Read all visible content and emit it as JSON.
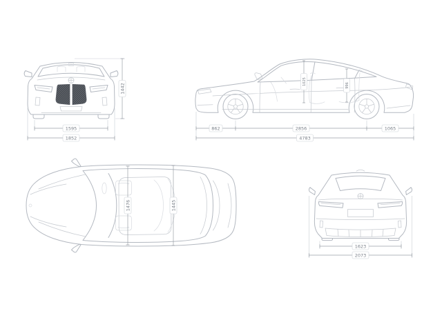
{
  "diagram": {
    "views": {
      "front": {
        "dims": {
          "track_front": "1595",
          "overall_width": "1852",
          "overall_height": "1442"
        }
      },
      "side": {
        "dims": {
          "front_overhang": "862",
          "wheelbase": "2856",
          "rear_overhang": "1065",
          "overall_length": "4783",
          "headroom_front": "1025",
          "headroom_rear": "996"
        }
      },
      "top": {
        "dims": {
          "cabin_width_front": "1476",
          "cabin_width_rear": "1445"
        }
      },
      "rear": {
        "dims": {
          "track_rear": "1623",
          "width_incl_mirrors": "2073"
        }
      }
    },
    "colors": {
      "outline": "#b3b8c0",
      "detail": "#c6cad0",
      "faint": "#d8dbe0",
      "dimension": "#9aa0a8",
      "extension": "#c9cdd3",
      "label_text": "#7a8089",
      "label_border": "#ced2d8",
      "grille": "#4b4f55"
    }
  }
}
